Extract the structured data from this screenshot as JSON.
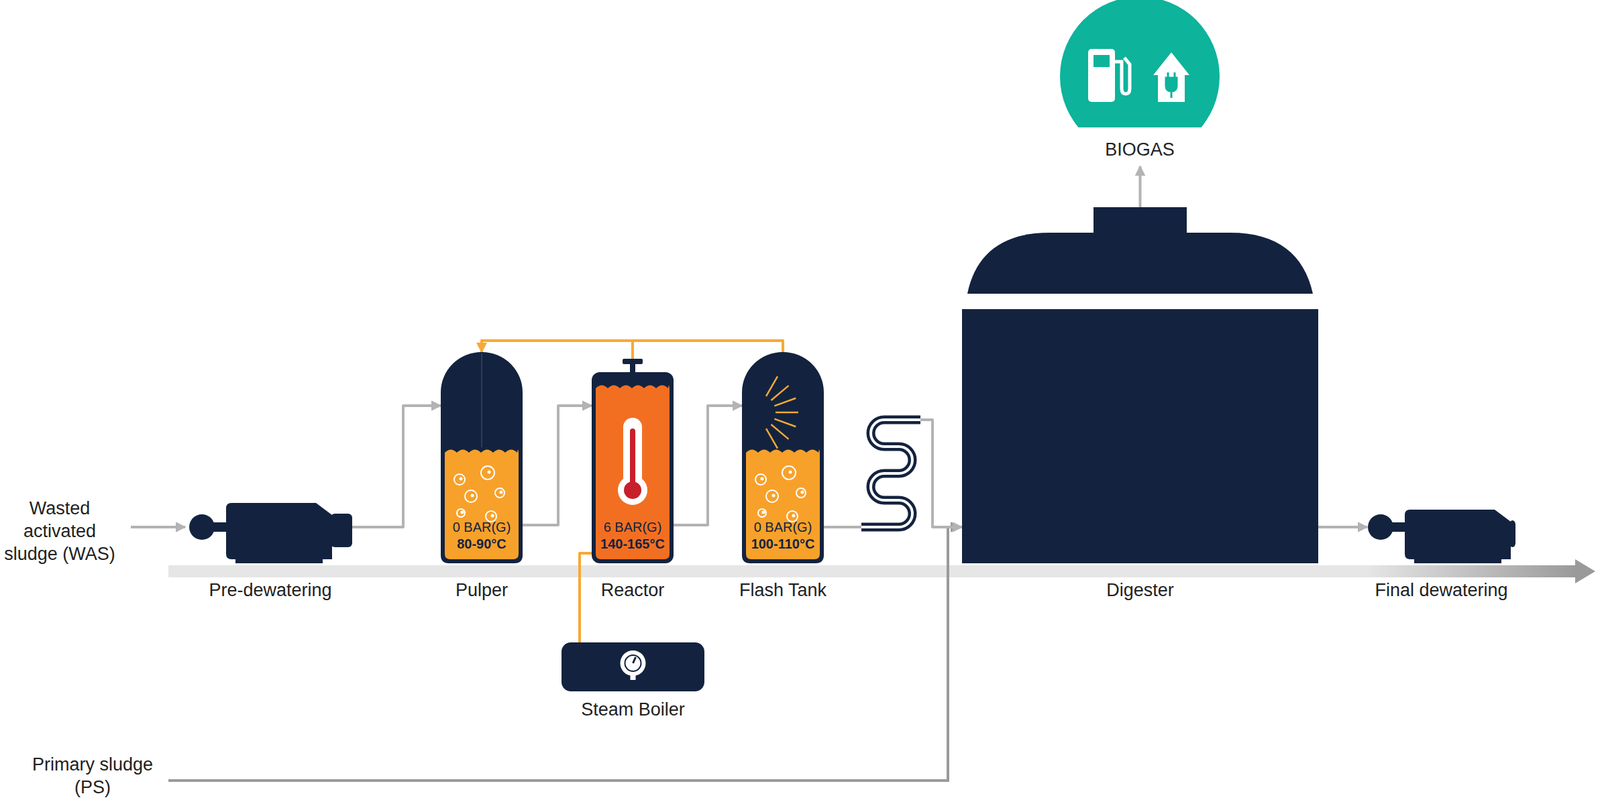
{
  "diagram": {
    "nodes": [
      {
        "text": [
          "Pre-dewatering"
        ]
      },
      {
        "text": [
          "0 BAR(G)",
          "80-90°C",
          "Pulper"
        ]
      },
      {
        "text": [
          "6 BAR(G)",
          "140-165°C",
          "Reactor"
        ]
      },
      {
        "text": [
          "0 BAR(G)",
          "100-110°C",
          "Flash Tank"
        ]
      },
      {
        "text": [
          "Steam Boiler"
        ]
      },
      {
        "text": [
          "Digester"
        ]
      },
      {
        "text": [
          "Final dewatering"
        ]
      },
      {
        "text": [
          "BIOGAS"
        ]
      }
    ],
    "edges": [
      {
        "from": 0,
        "to": 1,
        "arrow": "to"
      },
      {
        "from": 1,
        "to": 2,
        "arrow": "to"
      },
      {
        "from": 2,
        "to": 3,
        "arrow": "to"
      },
      {
        "from": 3,
        "to": 5,
        "arrow": "to"
      },
      {
        "from": 5,
        "to": 6,
        "arrow": "to"
      },
      {
        "from": 5,
        "to": 7,
        "arrow": "to"
      },
      {
        "from": 4,
        "to": 2,
        "arrow": "none"
      },
      {
        "from": 3,
        "to": 1,
        "arrow": "to"
      },
      {
        "from": 2,
        "to": 1,
        "arrow": "to"
      }
    ],
    "labels": [
      "Wasted activated sludge (WAS)",
      "Primary sludge (PS)"
    ]
  }
}
